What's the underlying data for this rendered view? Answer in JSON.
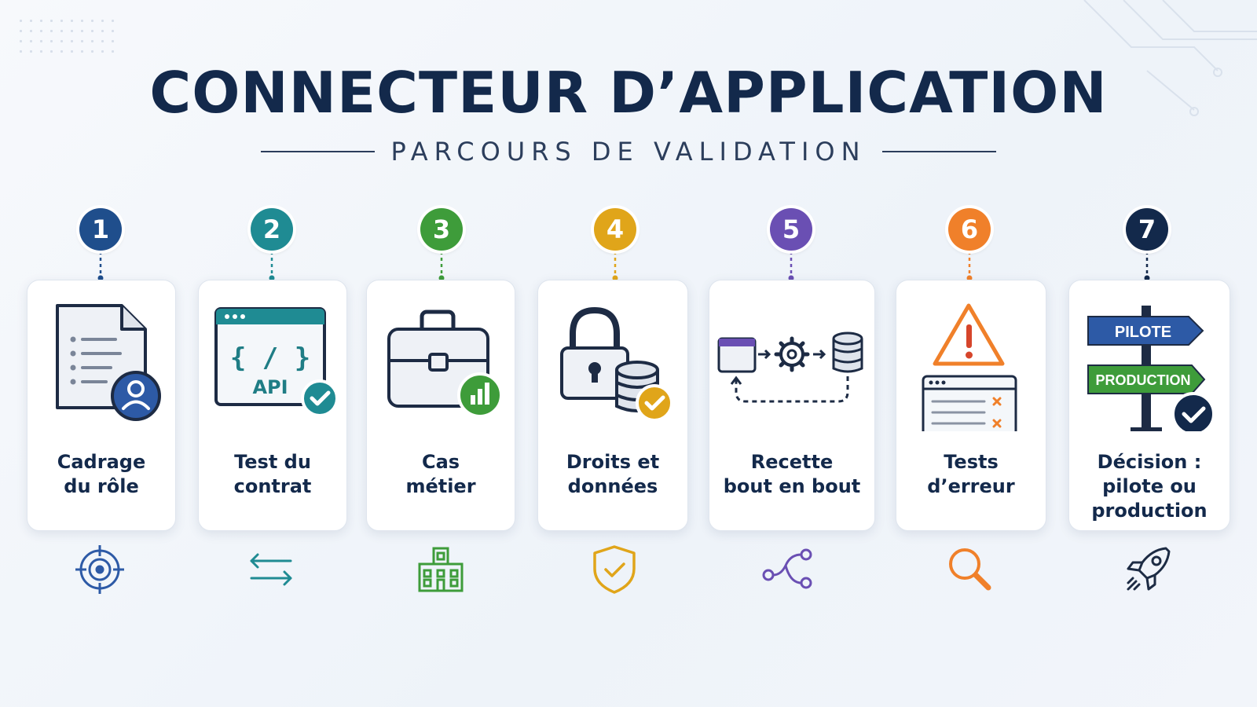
{
  "title": "CONNECTEUR D’APPLICATION",
  "subtitle": "PARCOURS DE VALIDATION",
  "steps": [
    {
      "number": "1",
      "label": "Cadrage\ndu rôle",
      "color": "#1f4e8c",
      "icon": "document-user-icon",
      "bottom_icon": "target-icon"
    },
    {
      "number": "2",
      "label": "Test du\ncontrat",
      "color": "#1f8b93",
      "icon": "api-window-icon",
      "bottom_icon": "arrows-exchange-icon",
      "icon_text": "API"
    },
    {
      "number": "3",
      "label": "Cas\nmétier",
      "color": "#3e9c3a",
      "icon": "briefcase-chart-icon",
      "bottom_icon": "building-icon"
    },
    {
      "number": "4",
      "label": "Droits et\ndonnées",
      "color": "#e0a51a",
      "icon": "lock-database-icon",
      "bottom_icon": "shield-check-icon"
    },
    {
      "number": "5",
      "label": "Recette\nbout en bout",
      "color": "#6a4fb3",
      "icon": "window-gear-database-flow-icon",
      "bottom_icon": "flow-nodes-icon"
    },
    {
      "number": "6",
      "label": "Tests\nd’erreur",
      "color": "#f0802a",
      "icon": "warning-window-icon",
      "bottom_icon": "magnifier-icon"
    },
    {
      "number": "7",
      "label": "Décision :\npilote ou\nproduction",
      "color": "#13294b",
      "icon": "signpost-icon",
      "bottom_icon": "rocket-icon",
      "sign_top": "PILOTE",
      "sign_bottom": "PRODUCTION"
    }
  ]
}
